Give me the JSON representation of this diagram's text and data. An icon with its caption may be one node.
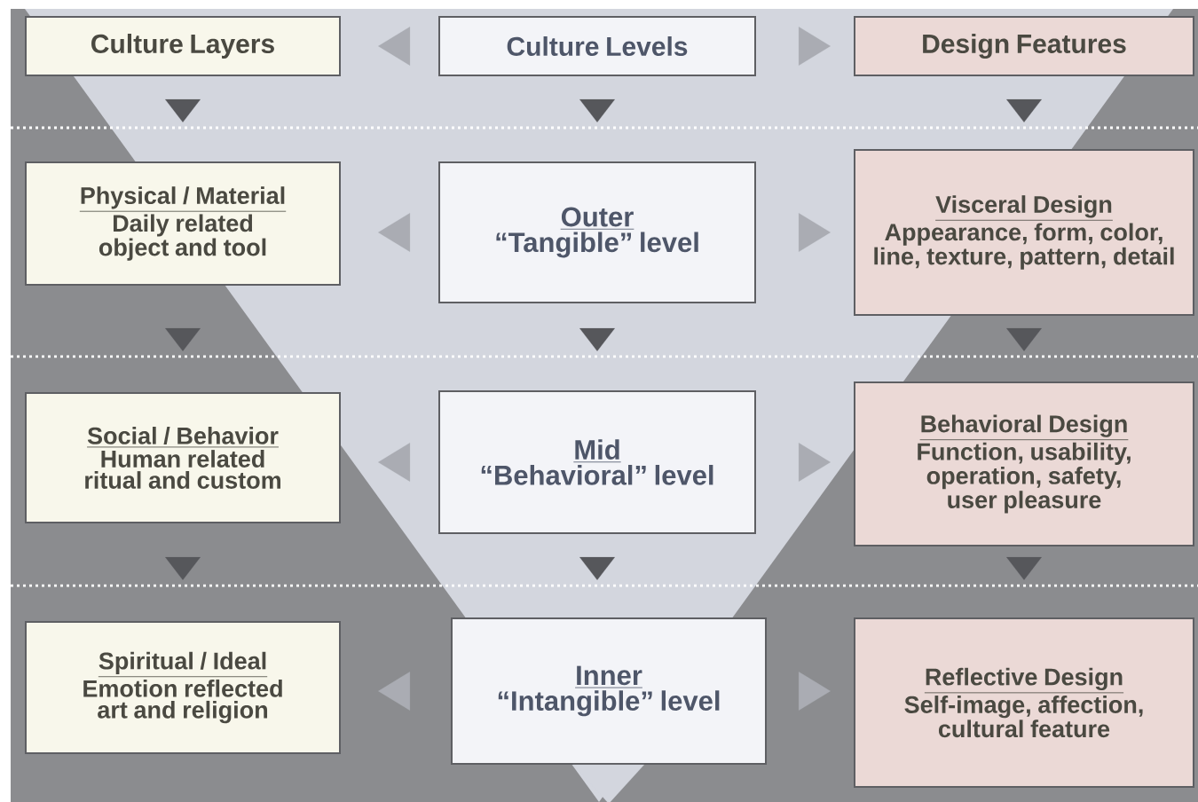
{
  "diagram": {
    "nodes": [
      {
        "text": [
          "Culture Layers"
        ]
      },
      {
        "text": [
          "Culture Levels"
        ]
      },
      {
        "text": [
          "Design Features"
        ]
      },
      {
        "text": [
          "Physical / Material",
          "Daily related object and tool"
        ]
      },
      {
        "text": [
          "Outer",
          "“Tangible” level"
        ]
      },
      {
        "text": [
          "Visceral Design",
          "Appearance, form, color, line, texture, pattern, detail"
        ]
      },
      {
        "text": [
          "Social / Behavior",
          "Human related ritual and custom"
        ]
      },
      {
        "text": [
          "Mid",
          "“Behavioral” level"
        ]
      },
      {
        "text": [
          "Behavioral Design",
          "Function, usability, operation, safety, user pleasure"
        ]
      },
      {
        "text": [
          "Spiritual / Ideal",
          "Emotion reflected art and religion"
        ]
      },
      {
        "text": [
          "Inner",
          "“Intangible” level"
        ]
      },
      {
        "text": [
          "Reflective Design",
          "Self-image, affection, cultural feature"
        ]
      }
    ],
    "edges": [
      {
        "from": 1,
        "to": 0,
        "arrow": "to",
        "color": "#aaacb3"
      },
      {
        "from": 1,
        "to": 2,
        "arrow": "to",
        "color": "#aaacb3"
      },
      {
        "from": 0,
        "to": 3,
        "arrow": "to"
      },
      {
        "from": 1,
        "to": 4,
        "arrow": "to"
      },
      {
        "from": 2,
        "to": 5,
        "arrow": "to"
      },
      {
        "from": 4,
        "to": 3,
        "arrow": "to",
        "color": "#aaacb3"
      },
      {
        "from": 4,
        "to": 5,
        "arrow": "to",
        "color": "#aaacb3"
      },
      {
        "from": 3,
        "to": 6,
        "arrow": "to"
      },
      {
        "from": 4,
        "to": 7,
        "arrow": "to"
      },
      {
        "from": 5,
        "to": 8,
        "arrow": "to"
      },
      {
        "from": 7,
        "to": 6,
        "arrow": "to",
        "color": "#aaacb3"
      },
      {
        "from": 7,
        "to": 8,
        "arrow": "to",
        "color": "#aaacb3"
      },
      {
        "from": 6,
        "to": 9,
        "arrow": "to"
      },
      {
        "from": 7,
        "to": 10,
        "arrow": "to"
      },
      {
        "from": 8,
        "to": 11,
        "arrow": "to"
      },
      {
        "from": 10,
        "to": 9,
        "arrow": "to",
        "color": "#aaacb3"
      },
      {
        "from": 10,
        "to": 11,
        "arrow": "to",
        "color": "#aaacb3"
      },
      {
        "from": 10,
        "to": null,
        "arrow": "to",
        "color": "#d3d6de"
      }
    ]
  }
}
